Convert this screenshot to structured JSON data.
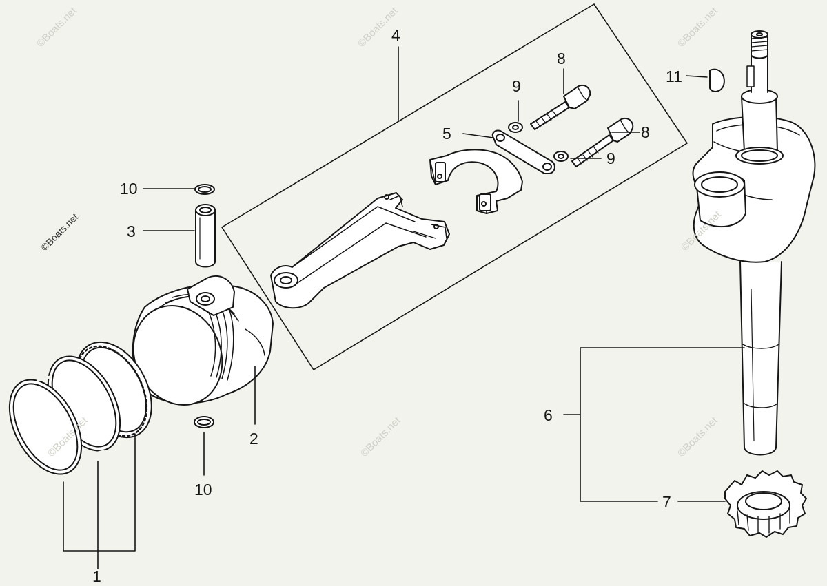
{
  "diagram": {
    "callouts": {
      "piston_rings": "1",
      "piston": "2",
      "piston_pin": "3",
      "connecting_rod_assembly": "4",
      "lock_plate": "5",
      "crankshaft_assembly": "6",
      "timing_gear": "7",
      "rod_bolt_upper": "8",
      "rod_bolt_lower": "8",
      "washer_upper": "9",
      "washer_lower": "9",
      "pin_clip_upper": "10",
      "pin_clip_lower": "10",
      "woodruff_key": "11"
    },
    "watermark": "©Boats.net",
    "colors": {
      "ink": "#161616",
      "paper": "#f3f3ee",
      "watermark": "#cfcfc6"
    }
  }
}
